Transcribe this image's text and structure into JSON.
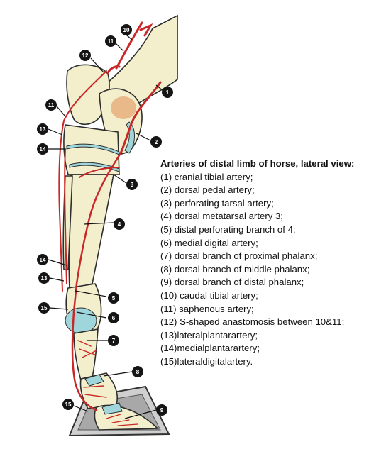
{
  "legend": {
    "title": "Arteries of distal limb of horse, lateral view:",
    "items": [
      "(1) cranial tibial artery;",
      "(2) dorsal pedal artery;",
      "(3) perforating tarsal artery;",
      "(4) dorsal metatarsal artery 3;",
      "(5) distal perforating branch of 4;",
      "(6) medial digital artery;",
      "(7) dorsal branch of proximal phalanx;",
      "(8) dorsal branch of middle phalanx;",
      "(9) dorsal branch of distal phalanx;",
      "(10) caudal tibial artery;",
      "(11) saphenous artery;",
      "(12) S-shaped anastomosis between 10&11;",
      "(13)lateralplantarartery;",
      "(14)medialplantarartery;",
      "(15)lateraldigitalartery."
    ]
  },
  "callouts": {
    "c1": "1",
    "c2": "2",
    "c3": "3",
    "c4": "4",
    "c5": "5",
    "c6": "6",
    "c7": "7",
    "c8": "8",
    "c9": "9",
    "c10": "10",
    "c11a": "11",
    "c11b": "11",
    "c12": "12",
    "c13a": "13",
    "c13b": "13",
    "c14a": "14",
    "c14b": "14",
    "c15a": "15",
    "c15b": "15"
  },
  "colors": {
    "artery": "#c92828",
    "bone": "#f3efcd",
    "cartilage": "#9fd6dc",
    "calcaneus_highlight": "#e9b98a",
    "callout": "#151515"
  }
}
